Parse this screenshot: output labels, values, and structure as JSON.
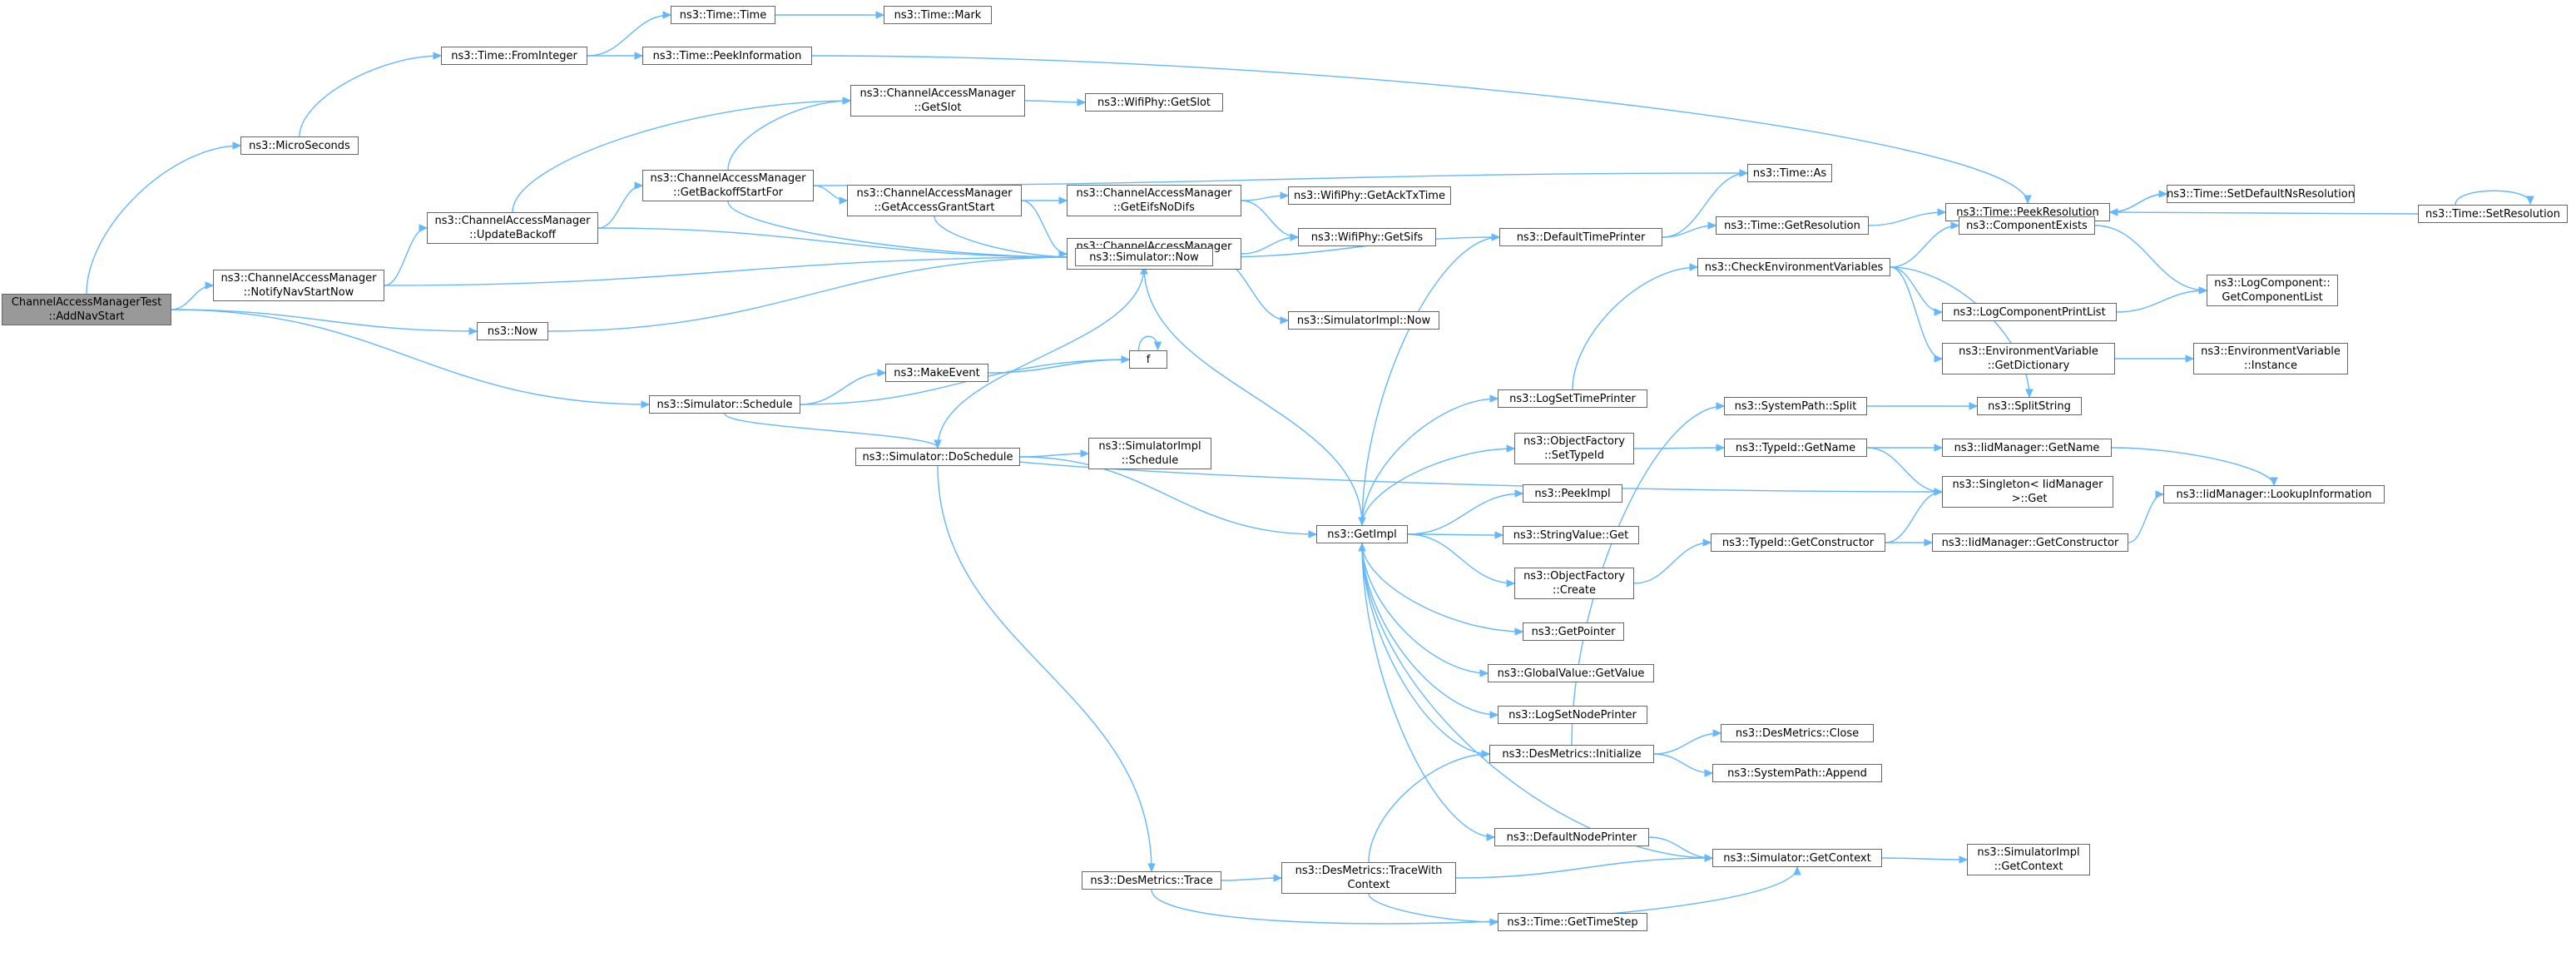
{
  "nodes": {
    "root": "ChannelAccessManagerTest\n::AddNavStart",
    "micro": "ns3::MicroSeconds",
    "fromint": "ns3::Time::FromInteger",
    "timetime": "ns3::Time::Time",
    "mark": "ns3::Time::Mark",
    "peekinfo": "ns3::Time::PeekInformation",
    "getslot": "ns3::ChannelAccessManager\n::GetSlot",
    "wifigetslot": "ns3::WifiPhy::GetSlot",
    "backoffstart": "ns3::ChannelAccessManager\n::GetBackoffStartFor",
    "updatebackoff": "ns3::ChannelAccessManager\n::UpdateBackoff",
    "grantstart": "ns3::ChannelAccessManager\n::GetAccessGrantStart",
    "eifs": "ns3::ChannelAccessManager\n::GetEifsNoDifs",
    "acktx": "ns3::WifiPhy::GetAckTxTime",
    "camsifs": "ns3::ChannelAccessManager\n::GetSifs",
    "wifisifs": "ns3::WifiPhy::GetSifs",
    "notifynav": "ns3::ChannelAccessManager\n::NotifyNavStartNow",
    "simnow": "ns3::Simulator::Now",
    "simimplnow": "ns3::SimulatorImpl::Now",
    "now": "ns3::Now",
    "timeas": "ns3::Time::As",
    "deftimeprinter": "ns3::DefaultTimePrinter",
    "getres": "ns3::Time::GetResolution",
    "peekres": "ns3::Time::PeekResolution",
    "setdefres": "ns3::Time::SetDefaultNsResolution",
    "setres": "ns3::Time::SetResolution",
    "f": "f",
    "makeevent": "ns3::MakeEvent",
    "schedule": "ns3::Simulator::Schedule",
    "doschedule": "ns3::Simulator::DoSchedule",
    "implschedule": "ns3::SimulatorImpl\n::Schedule",
    "getimpl": "ns3::GetImpl",
    "checkenv": "ns3::CheckEnvironmentVariables",
    "compexists": "ns3::ComponentExists",
    "printlist": "ns3::LogComponentPrintList",
    "getcomplist": "ns3::LogComponent::\nGetComponentList",
    "getdict": "ns3::EnvironmentVariable\n::GetDictionary",
    "envinstance": "ns3::EnvironmentVariable\n::Instance",
    "splitstring": "ns3::SplitString",
    "logsettime": "ns3::LogSetTimePrinter",
    "syssplit": "ns3::SystemPath::Split",
    "objsettypeid": "ns3::ObjectFactory\n::SetTypeId",
    "typegetname": "ns3::TypeId::GetName",
    "iidgetname": "ns3::IidManager::GetName",
    "singleton": "ns3::Singleton< IidManager\n >::Get",
    "lookup": "ns3::IidManager::LookupInformation",
    "peekimpl": "ns3::PeekImpl",
    "stringget": "ns3::StringValue::Get",
    "typegetctor": "ns3::TypeId::GetConstructor",
    "iidgetctor": "ns3::IidManager::GetConstructor",
    "objcreate": "ns3::ObjectFactory\n::Create",
    "getpointer": "ns3::GetPointer",
    "globalget": "ns3::GlobalValue::GetValue",
    "logsetnode": "ns3::LogSetNodePrinter",
    "desinit": "ns3::DesMetrics::Initialize",
    "desclose": "ns3::DesMetrics::Close",
    "sysappend": "ns3::SystemPath::Append",
    "defnodeprinter": "ns3::DefaultNodePrinter",
    "getcontext": "ns3::Simulator::GetContext",
    "implgetcontext": "ns3::SimulatorImpl\n::GetContext",
    "destrace": "ns3::DesMetrics::Trace",
    "destracectx": "ns3::DesMetrics::TraceWith\nContext",
    "gettimestep": "ns3::Time::GetTimeStep"
  },
  "edge_color": "#63b8ff",
  "root_fill": "#999999"
}
